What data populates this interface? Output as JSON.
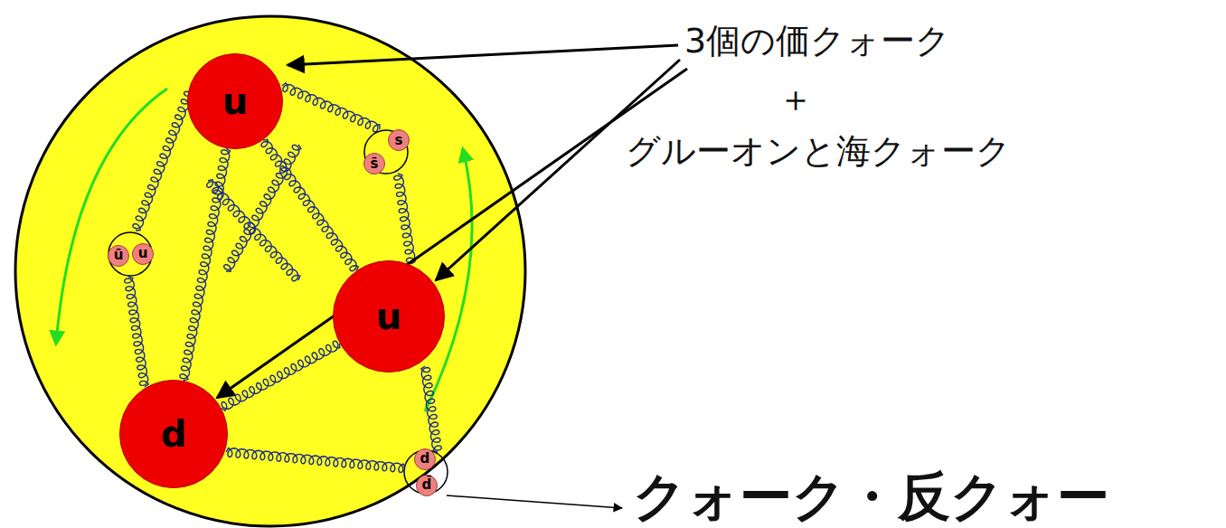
{
  "diagram": {
    "nodes": [
      {
        "text": [
          "u"
        ]
      },
      {
        "text": [
          "s̄"
        ]
      },
      {
        "text": [
          "s"
        ]
      },
      {
        "text": [
          "ū"
        ]
      },
      {
        "text": [
          "u"
        ]
      },
      {
        "text": [
          "u"
        ]
      },
      {
        "text": [
          "d"
        ]
      },
      {
        "text": [
          "d"
        ]
      },
      {
        "text": [
          "d̄"
        ]
      }
    ],
    "edges": [
      {
        "from": 0,
        "to": 5,
        "arrow": "none"
      },
      {
        "from": 0,
        "to": 6,
        "arrow": "none"
      },
      {
        "from": 5,
        "to": 6,
        "arrow": "none"
      }
    ],
    "labels": [
      "3個の価クォーク",
      "＋",
      "グルーオンと海クォーク",
      "クォーク・反クォー"
    ]
  }
}
